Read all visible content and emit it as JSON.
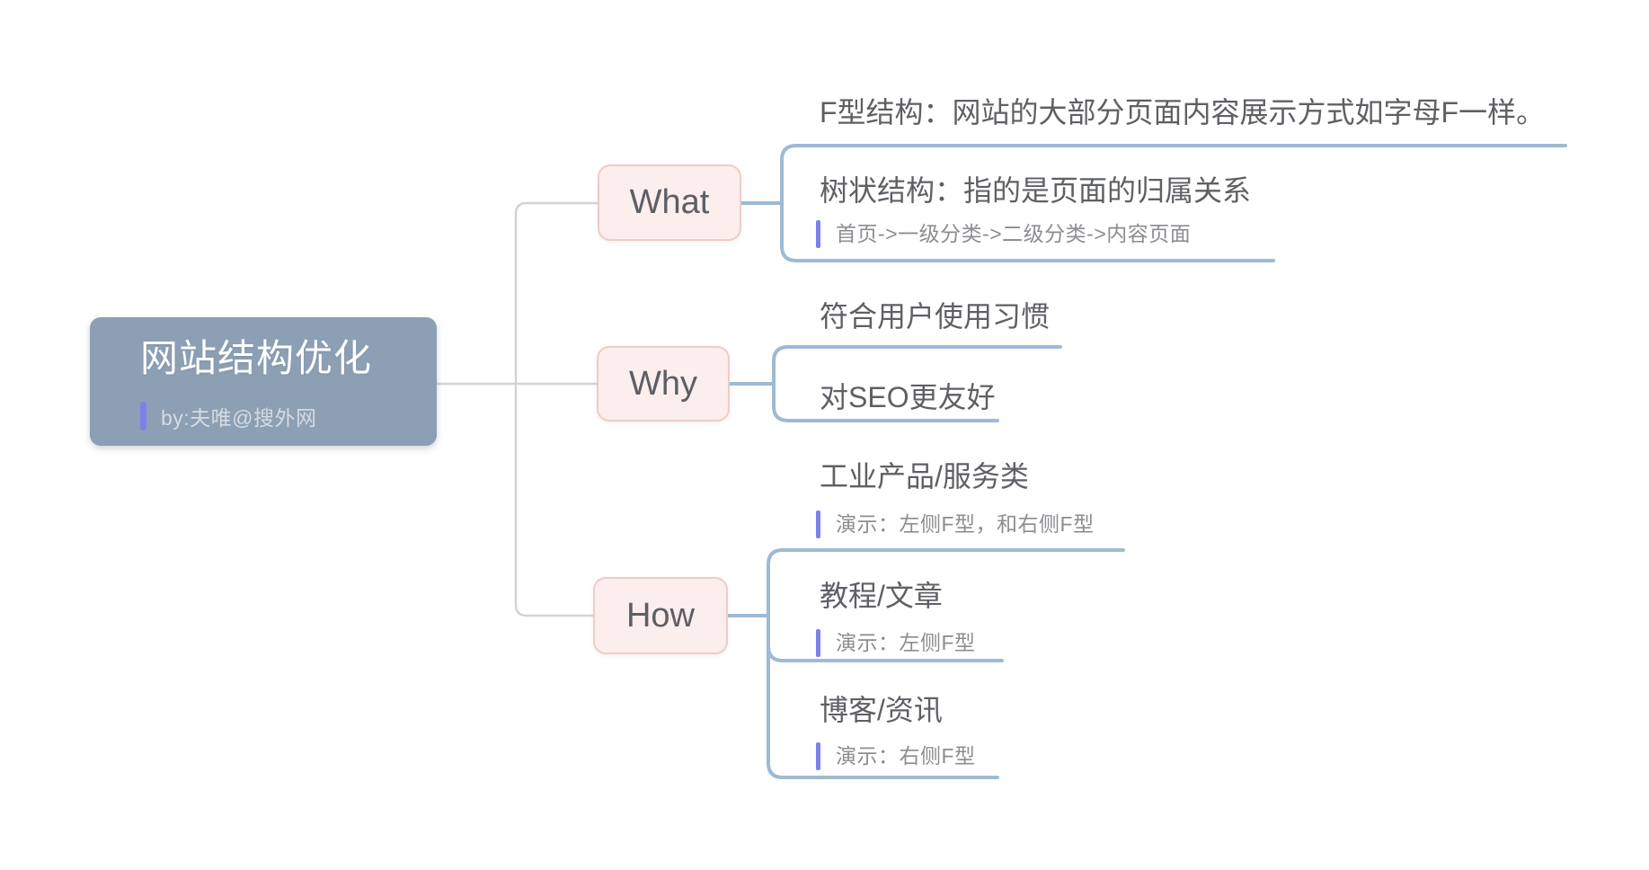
{
  "root": {
    "title": "网站结构优化",
    "subtitle": "by:夫唯@搜外网"
  },
  "branches": [
    {
      "label": "What",
      "children": [
        {
          "text": "F型结构：网站的大部分页面内容展示方式如字母F一样。",
          "note": ""
        },
        {
          "text": "树状结构：指的是页面的归属关系",
          "note": "首页->一级分类->二级分类->内容页面"
        }
      ]
    },
    {
      "label": "Why",
      "children": [
        {
          "text": "符合用户使用习惯",
          "note": ""
        },
        {
          "text": "对SEO更友好",
          "note": ""
        }
      ]
    },
    {
      "label": "How",
      "children": [
        {
          "text": "工业产品/服务类",
          "note": "演示：左侧F型，和右侧F型"
        },
        {
          "text": "教程/文章",
          "note": "演示：左侧F型"
        },
        {
          "text": "博客/资讯",
          "note": "演示：右侧F型"
        }
      ]
    }
  ],
  "colors": {
    "root_bg": "#8C9FB5",
    "root_title_text": "#FFFFFF",
    "root_subtitle_text": "#D7DBE1",
    "note_marker": "#7C83E8",
    "branch_bg": "#FBEEED",
    "branch_border": "#F0CBC7",
    "branch_text": "#5D5E66",
    "topic_text": "#5F6066",
    "note_text": "#8C8D92",
    "wire_gray": "#D3D3D3",
    "wire_blue": "#9FBAD3",
    "canvas_bg": "#FFFFFF"
  }
}
